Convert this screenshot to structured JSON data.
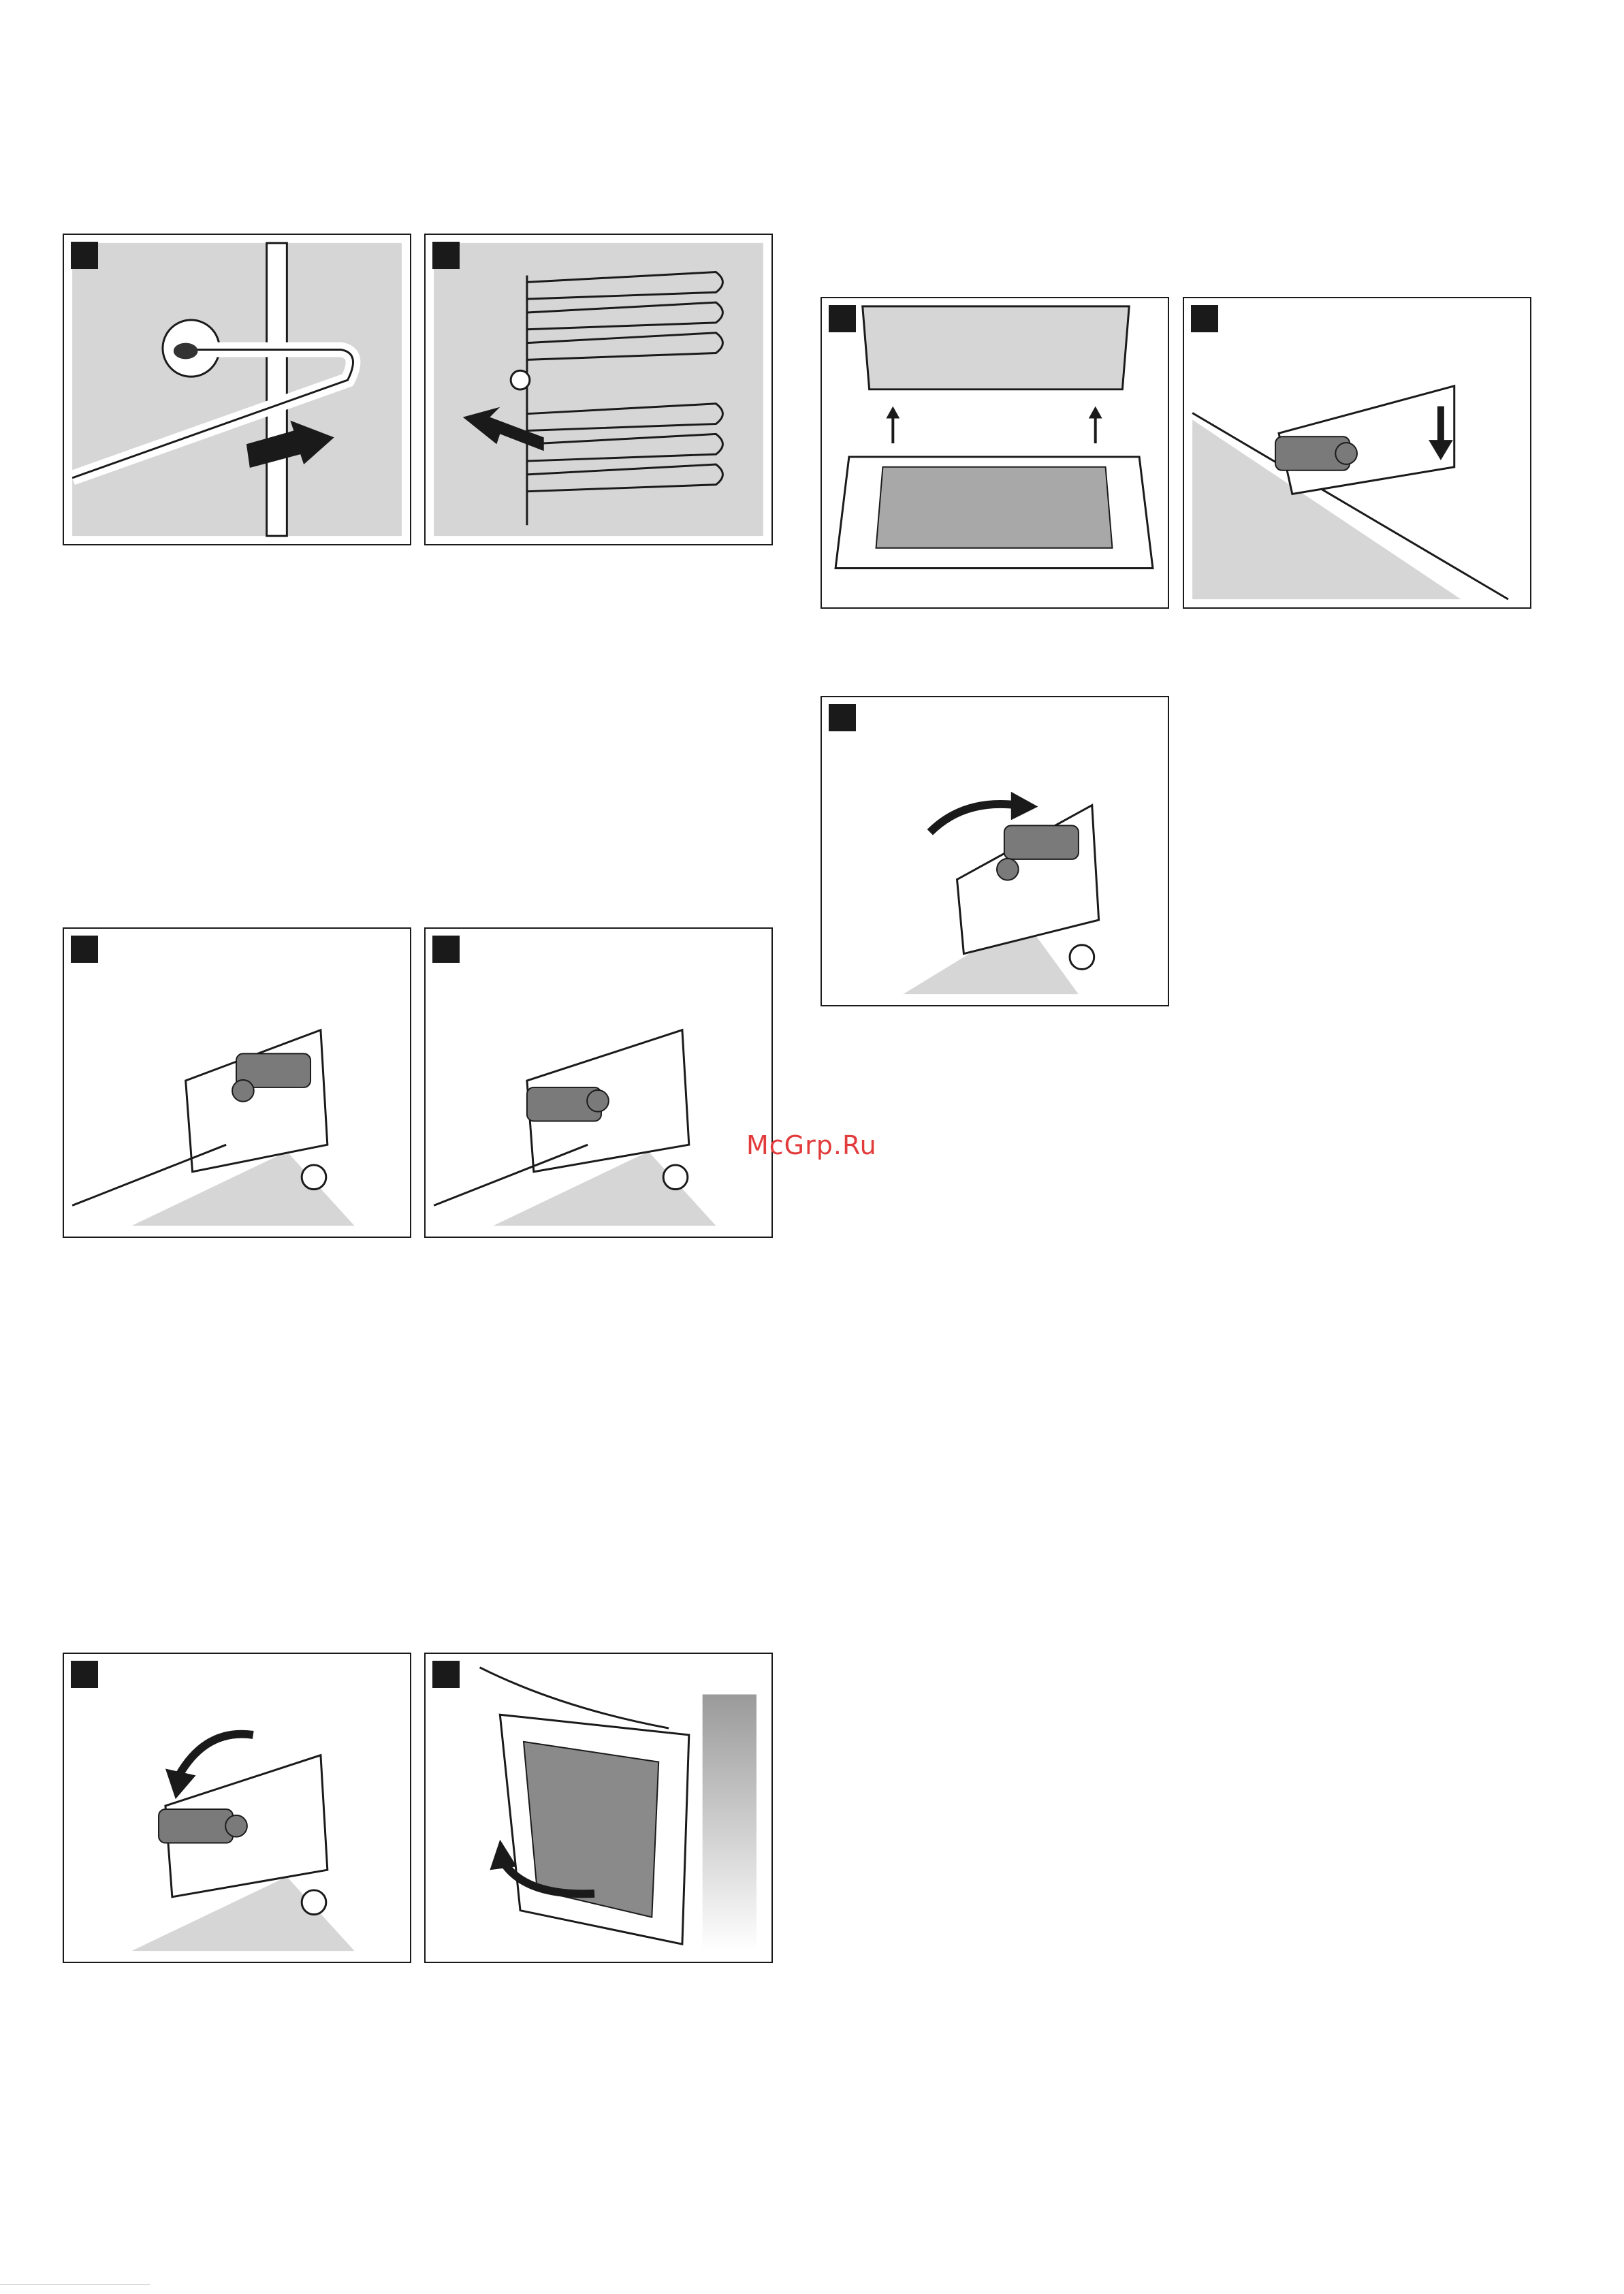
{
  "watermark": {
    "text": "McGrp.Ru"
  },
  "colors": {
    "frame": "#1a1a1a",
    "panel_fill": "#d6d6d6",
    "handle": "#7a7a7a",
    "watermark": "#e23b3b"
  },
  "figures": [
    {
      "id": "rail-pull-right",
      "icon": "arrow-right-icon"
    },
    {
      "id": "rail-pull-left",
      "icon": "arrow-left-icon"
    },
    {
      "id": "door-lift-out",
      "icon": "arrow-up-icon"
    },
    {
      "id": "hinge-lock-down",
      "icon": "arrow-down-icon"
    },
    {
      "id": "hinge-lever-open",
      "icon": "curved-arrow-icon"
    },
    {
      "id": "hinge-lever-up",
      "icon": ""
    },
    {
      "id": "hinge-lever-flat",
      "icon": ""
    },
    {
      "id": "hinge-lever-close",
      "icon": "curved-arrow-icon"
    },
    {
      "id": "door-remove",
      "icon": "curved-arrow-icon"
    }
  ]
}
